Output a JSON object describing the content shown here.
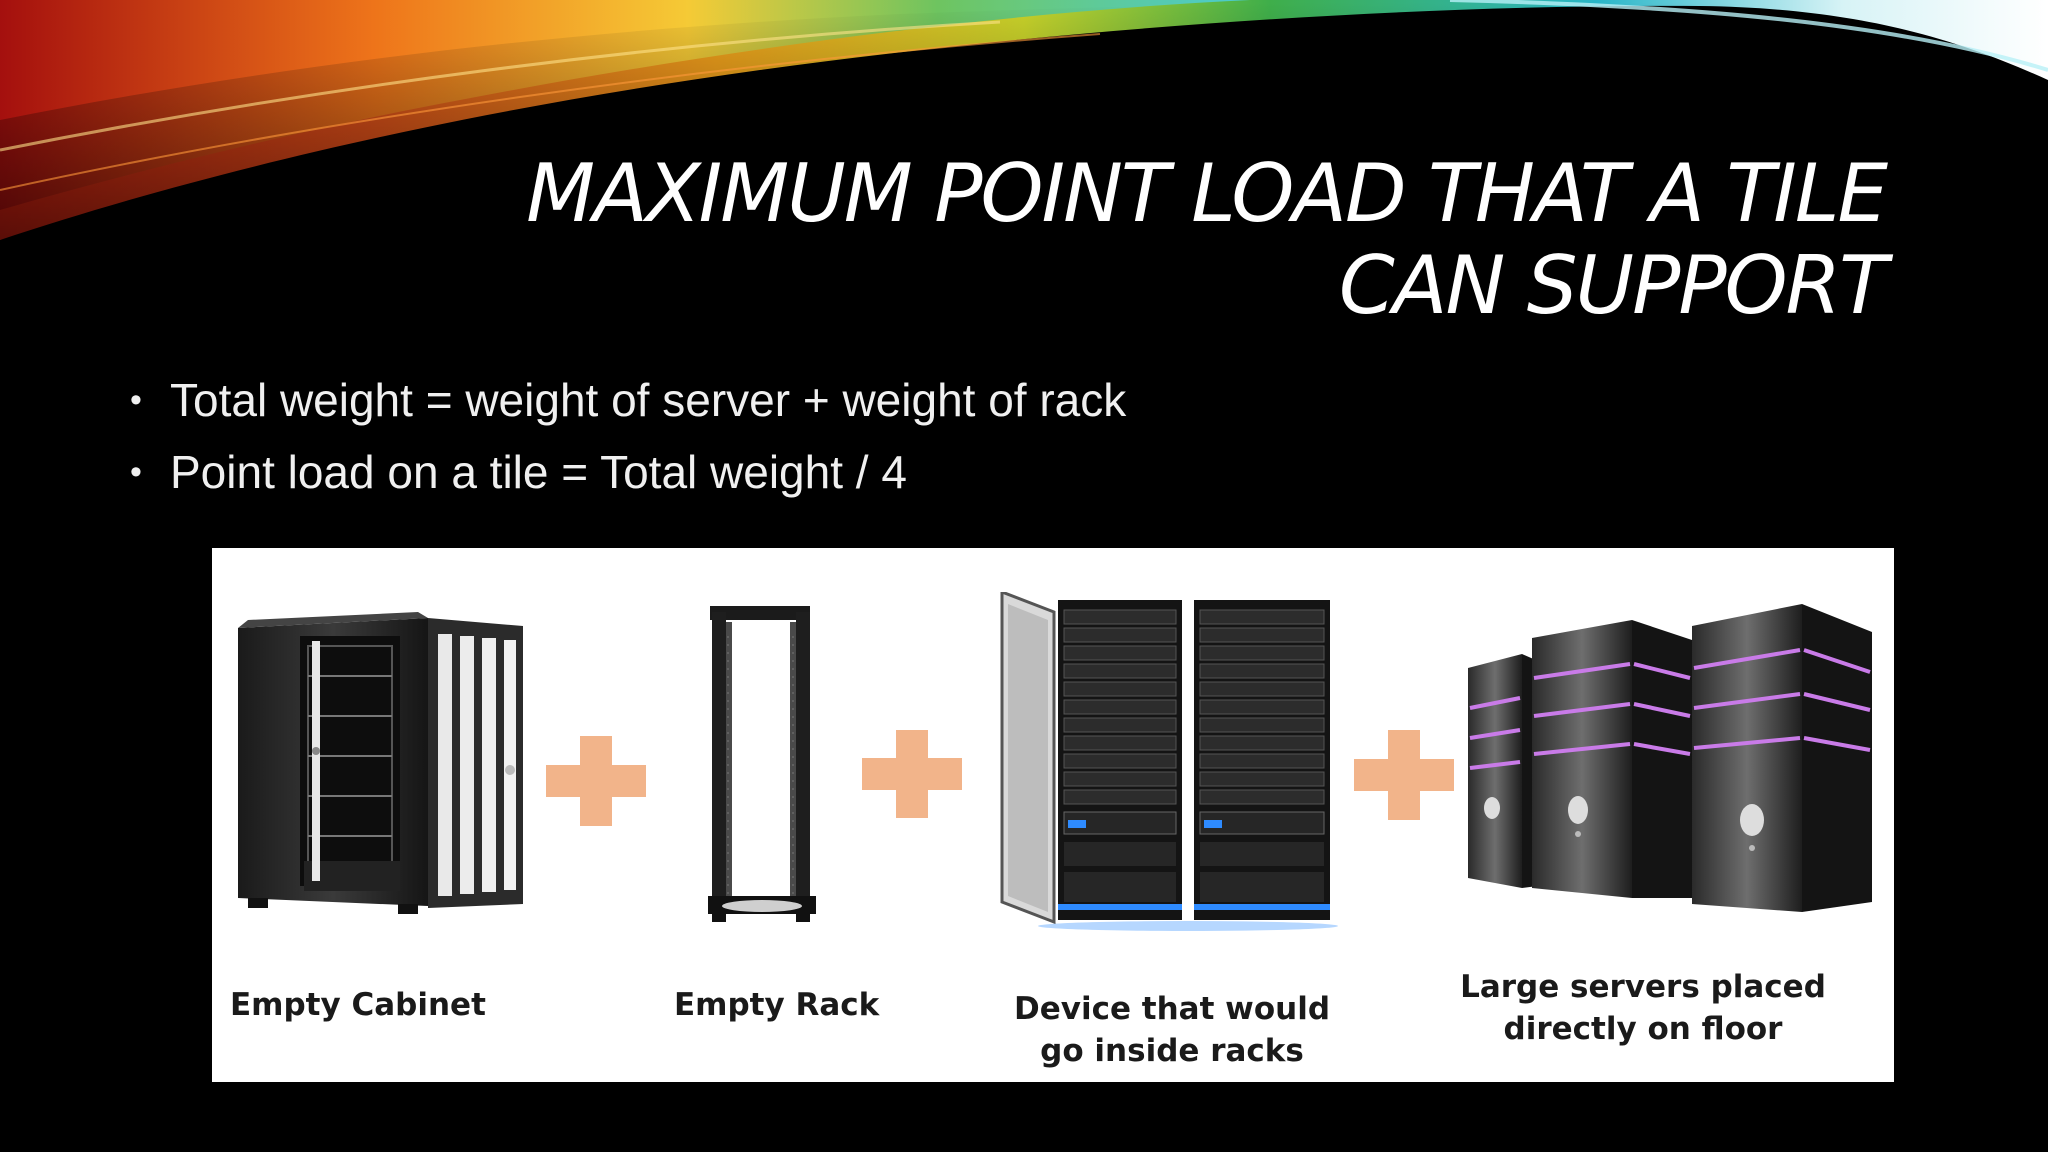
{
  "slide": {
    "title_lines": [
      "MAXIMUM POINT LOAD THAT A TILE",
      "CAN SUPPORT"
    ],
    "bullets": [
      "Total weight = weight of server + weight of rack",
      "Point load on a tile = Total weight / 4"
    ]
  },
  "figure": {
    "captions": {
      "empty_cabinet": "Empty Cabinet",
      "empty_rack": "Empty Rack",
      "device_line1": "Device that would",
      "device_line2": "go inside racks",
      "servers_line1": "Large servers placed",
      "servers_line2": "directly on floor"
    },
    "colors": {
      "plus_sign": "#F2B48A",
      "server_glow": "#C97BE8",
      "led_blue": "#2E8BFF",
      "background": "#000000",
      "panel": "#FFFFFF"
    },
    "icons": [
      "cabinet-image",
      "rack-image",
      "server-rack-image",
      "tower-servers-image",
      "plus-icon"
    ]
  }
}
